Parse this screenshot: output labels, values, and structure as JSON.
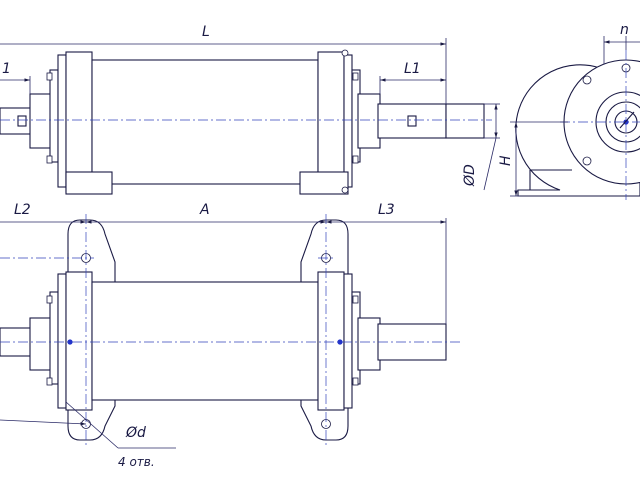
{
  "labels": {
    "L": "L",
    "L1_left": "1",
    "L1_right": "L1",
    "n": "n",
    "H": "H",
    "phiD": "ØD",
    "L2": "L2",
    "A": "A",
    "L3": "L3",
    "phid": "Ød",
    "holes": "4 отв."
  },
  "colors": {
    "line": "#1a1a44",
    "centerline": "#3344bb",
    "accent": "#2233cc"
  }
}
